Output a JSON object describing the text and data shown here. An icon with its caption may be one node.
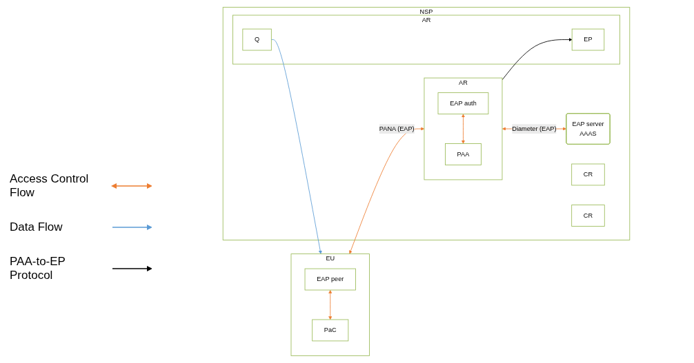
{
  "diagram": {
    "nodes": [
      {
        "text": [
          "EU"
        ]
      },
      {
        "text": [
          "EAP peer"
        ],
        "in": 0
      },
      {
        "text": [
          "PaC"
        ],
        "in": 0
      },
      {
        "text": [
          "NSP"
        ]
      },
      {
        "text": [
          "AR"
        ],
        "in": 3
      },
      {
        "text": [
          "EAP auth"
        ],
        "in": 4
      },
      {
        "text": [
          "PAA"
        ],
        "in": 4
      },
      {
        "text": [
          "EAP server",
          "AAAS"
        ],
        "in": 3
      },
      {
        "text": [
          "AR"
        ],
        "in": 3
      },
      {
        "text": [
          "EP"
        ],
        "in": 8
      },
      {
        "text": [
          "Q"
        ],
        "in": 8
      },
      {
        "text": [
          "CR"
        ],
        "in": 3
      },
      {
        "text": [
          "CR"
        ],
        "in": 3
      }
    ],
    "edges": [
      {
        "from": 1,
        "to": 2,
        "arrow": "both"
      },
      {
        "from": 0,
        "to": 4,
        "arrow": "both",
        "label": "PANA (EAP)"
      },
      {
        "from": 5,
        "to": 6,
        "arrow": "both"
      },
      {
        "from": 4,
        "to": 7,
        "arrow": "both",
        "label": "Diameter (EAP)"
      },
      {
        "from": 4,
        "to": 9,
        "arrow": "to",
        "color": "#000000"
      },
      {
        "from": 10,
        "to": 0,
        "arrow": "to",
        "color": "#5b9bd5"
      }
    ],
    "legend": [
      {
        "text": "Access Control Flow"
      },
      {
        "text": "Data Flow"
      },
      {
        "text": "PAA-to-EP Protocol"
      }
    ]
  }
}
